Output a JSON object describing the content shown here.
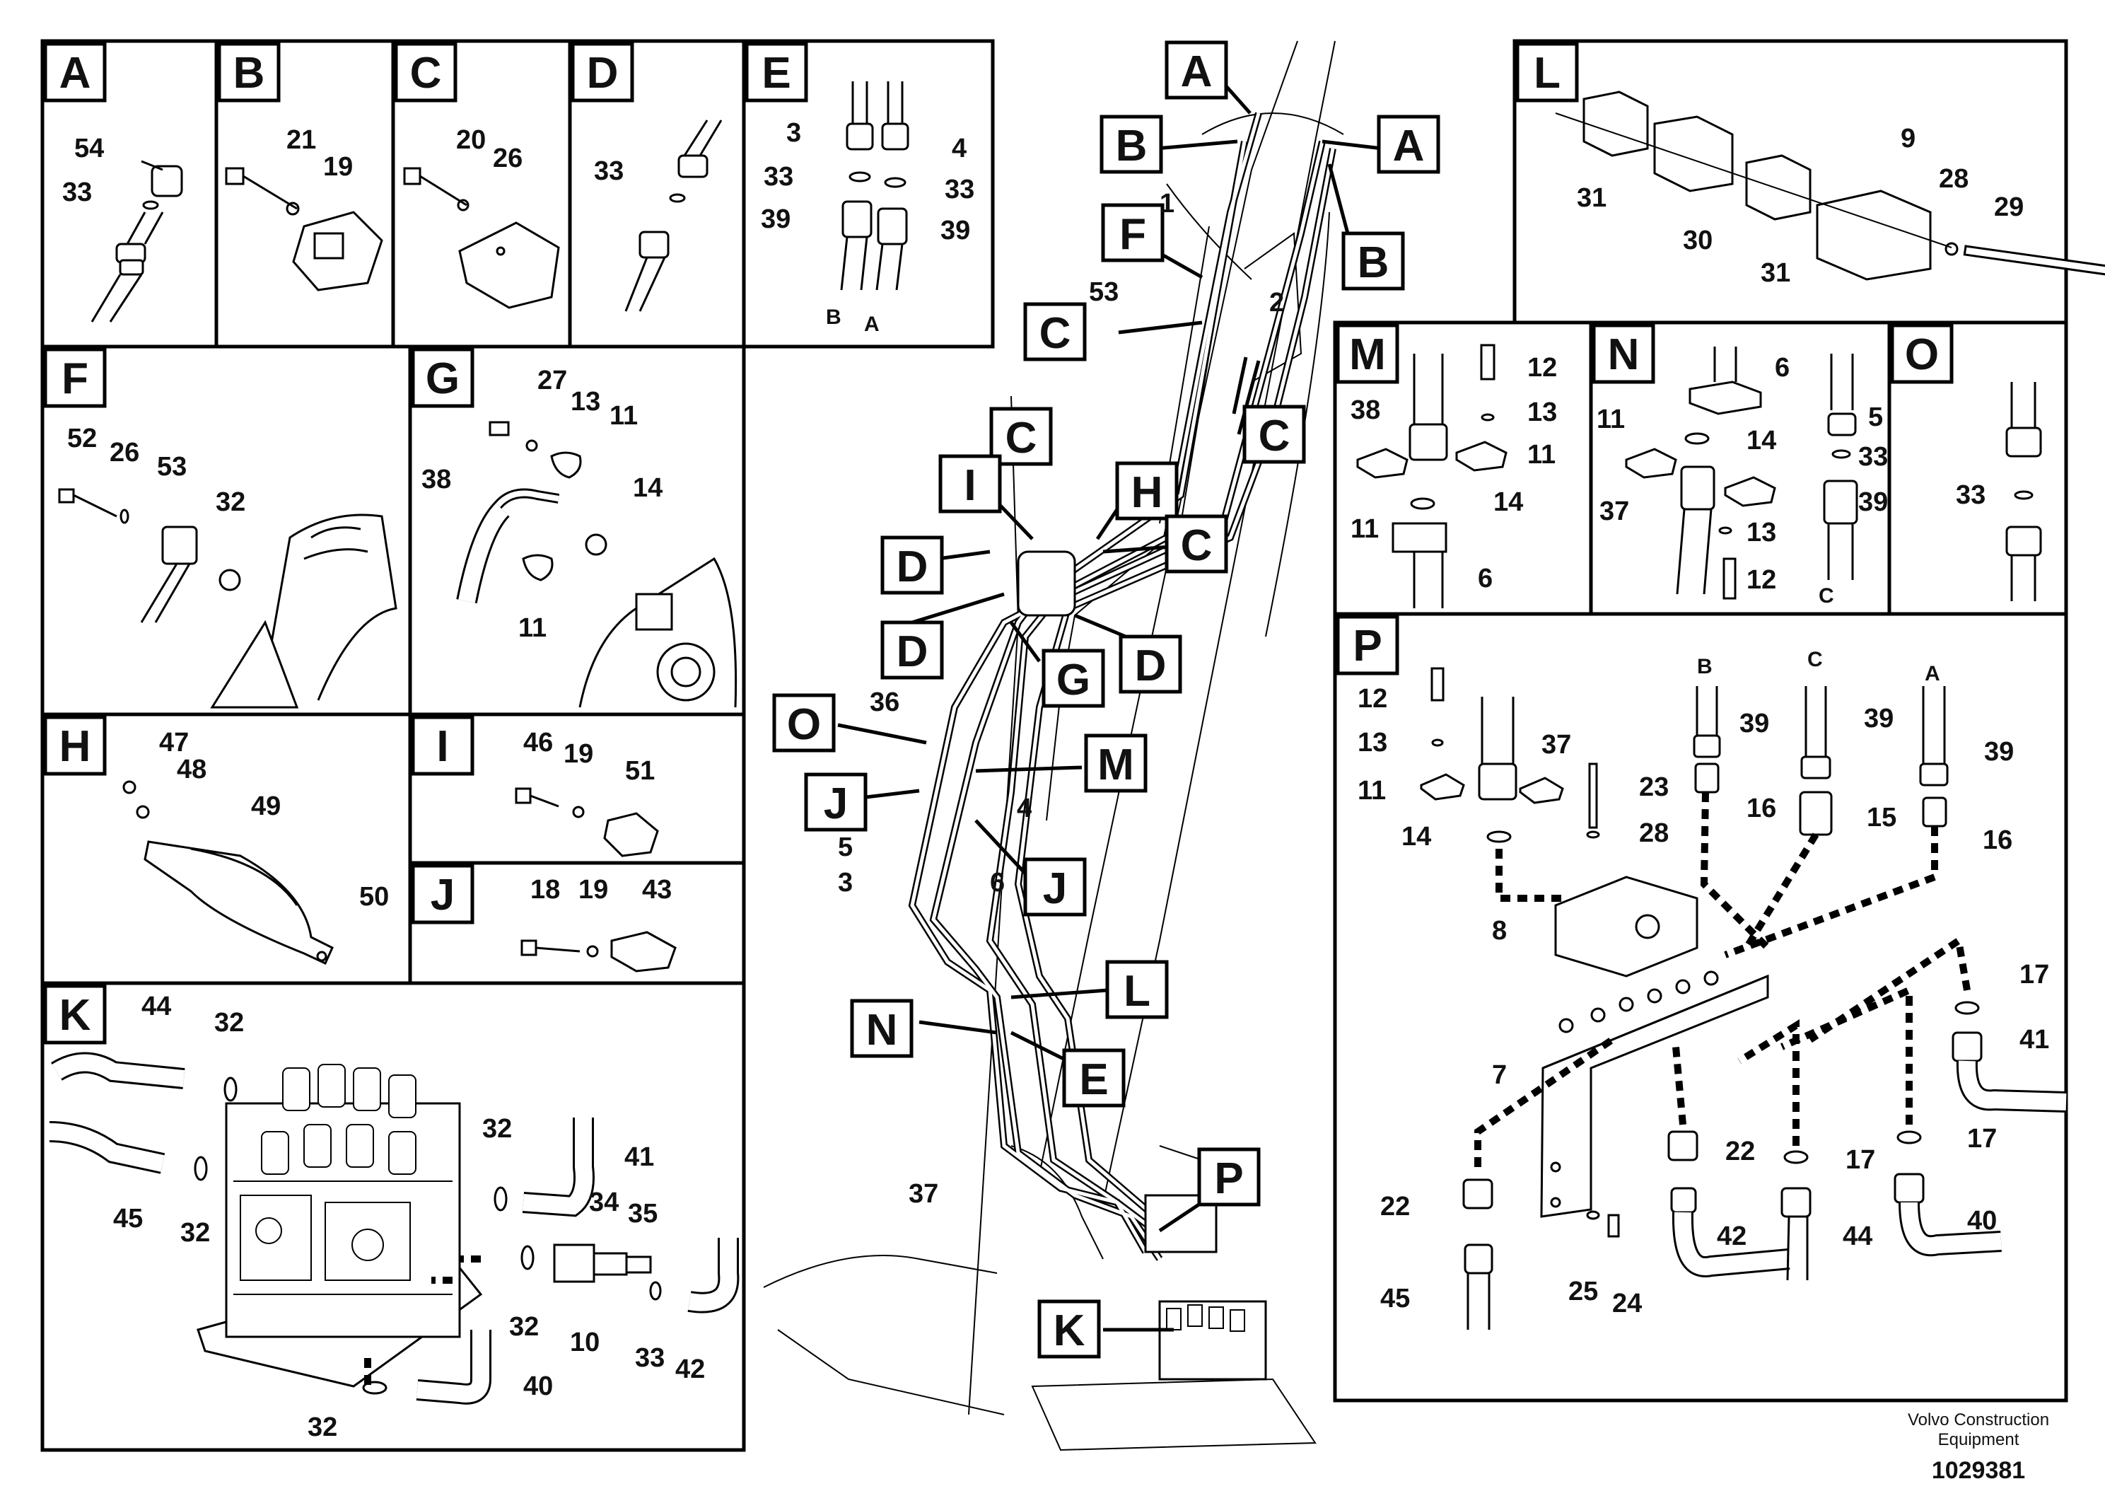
{
  "panels": [
    {
      "letter": "A",
      "labels": [
        "54",
        "33"
      ]
    },
    {
      "letter": "B",
      "labels": [
        "21",
        "19"
      ]
    },
    {
      "letter": "C",
      "labels": [
        "20",
        "26"
      ]
    },
    {
      "letter": "D",
      "labels": [
        "33"
      ]
    },
    {
      "letter": "E",
      "labels": [
        "3",
        "4",
        "33",
        "33",
        "39",
        "39",
        "B",
        "A"
      ]
    },
    {
      "letter": "F",
      "labels": [
        "52",
        "26",
        "53",
        "32"
      ]
    },
    {
      "letter": "G",
      "labels": [
        "27",
        "13",
        "11",
        "38",
        "14",
        "11"
      ]
    },
    {
      "letter": "H",
      "labels": [
        "47",
        "48",
        "49",
        "50"
      ]
    },
    {
      "letter": "I",
      "labels": [
        "46",
        "19",
        "51"
      ]
    },
    {
      "letter": "J",
      "labels": [
        "18",
        "19",
        "43"
      ]
    },
    {
      "letter": "K",
      "labels": [
        "44",
        "32",
        "45",
        "32",
        "32",
        "41",
        "34",
        "35",
        "32",
        "10",
        "33",
        "42",
        "32",
        "40"
      ]
    },
    {
      "letter": "L",
      "labels": [
        "31",
        "30",
        "31",
        "9",
        "28",
        "29"
      ]
    },
    {
      "letter": "M",
      "labels": [
        "12",
        "38",
        "13",
        "11",
        "11",
        "14",
        "6"
      ]
    },
    {
      "letter": "N",
      "labels": [
        "6",
        "11",
        "14",
        "37",
        "13",
        "12",
        "5",
        "33",
        "39",
        "C"
      ]
    },
    {
      "letter": "O",
      "labels": [
        "33"
      ]
    },
    {
      "letter": "P",
      "labels": [
        "B",
        "C",
        "A",
        "12",
        "39",
        "39",
        "39",
        "13",
        "37",
        "23",
        "11",
        "16",
        "15",
        "16",
        "14",
        "28",
        "8",
        "17",
        "41",
        "7",
        "22",
        "17",
        "17",
        "22",
        "42",
        "44",
        "40",
        "45",
        "25",
        "24"
      ]
    }
  ],
  "overview": {
    "callouts": [
      "A",
      "B",
      "A",
      "B",
      "F",
      "C",
      "C",
      "C",
      "I",
      "H",
      "C",
      "D",
      "D",
      "G",
      "D",
      "O",
      "M",
      "J",
      "J",
      "L",
      "N",
      "E",
      "P",
      "K"
    ],
    "numbers": [
      "1",
      "2",
      "53",
      "36",
      "5",
      "4",
      "3",
      "6",
      "37"
    ]
  },
  "footer": {
    "company": "Volvo Construction",
    "company2": "Equipment",
    "doc_number": "1029381"
  }
}
